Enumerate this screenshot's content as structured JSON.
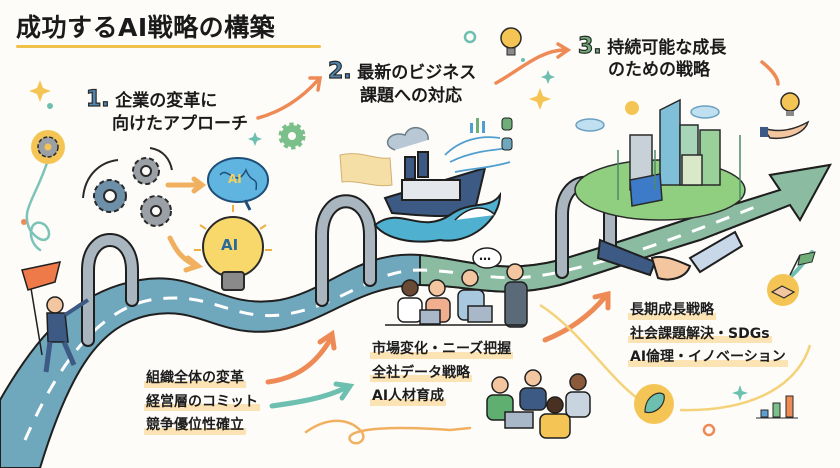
{
  "title": "成功するAI戦略の構築",
  "steps": [
    {
      "number": "1.",
      "line1": "企業の変革に",
      "line2": "向けたアプローチ",
      "color": "#4f86b0",
      "bullets": [
        "組織全体の変革",
        "経営層のコミット",
        "競争優位性確立"
      ]
    },
    {
      "number": "2.",
      "line1": "最新のビジネス",
      "line2": "課題への対応",
      "color": "#4f86b0",
      "bullets": [
        "市場変化・ニーズ把握",
        "全社データ戦略",
        "AI人材育成"
      ]
    },
    {
      "number": "3.",
      "line1": "持続可能な成長",
      "line2": "のための戦略",
      "color": "#6fae78",
      "bullets": [
        "長期成長戦略",
        "社会課題解決・SDGs",
        "AI倫理・イノベーション"
      ]
    }
  ],
  "illustrations": {
    "brain_label": "AI",
    "bulb_label": "AI",
    "speech_bubble": "…"
  },
  "colors": {
    "road": "#6fa7bd",
    "road_green": "#8fbf9f",
    "arch": "#9aa7b2",
    "orange": "#ee8a55",
    "teal": "#6dbfb0",
    "yellow": "#f4c554",
    "highlight": "#fbe3b3",
    "background": "#fdfcf8"
  }
}
